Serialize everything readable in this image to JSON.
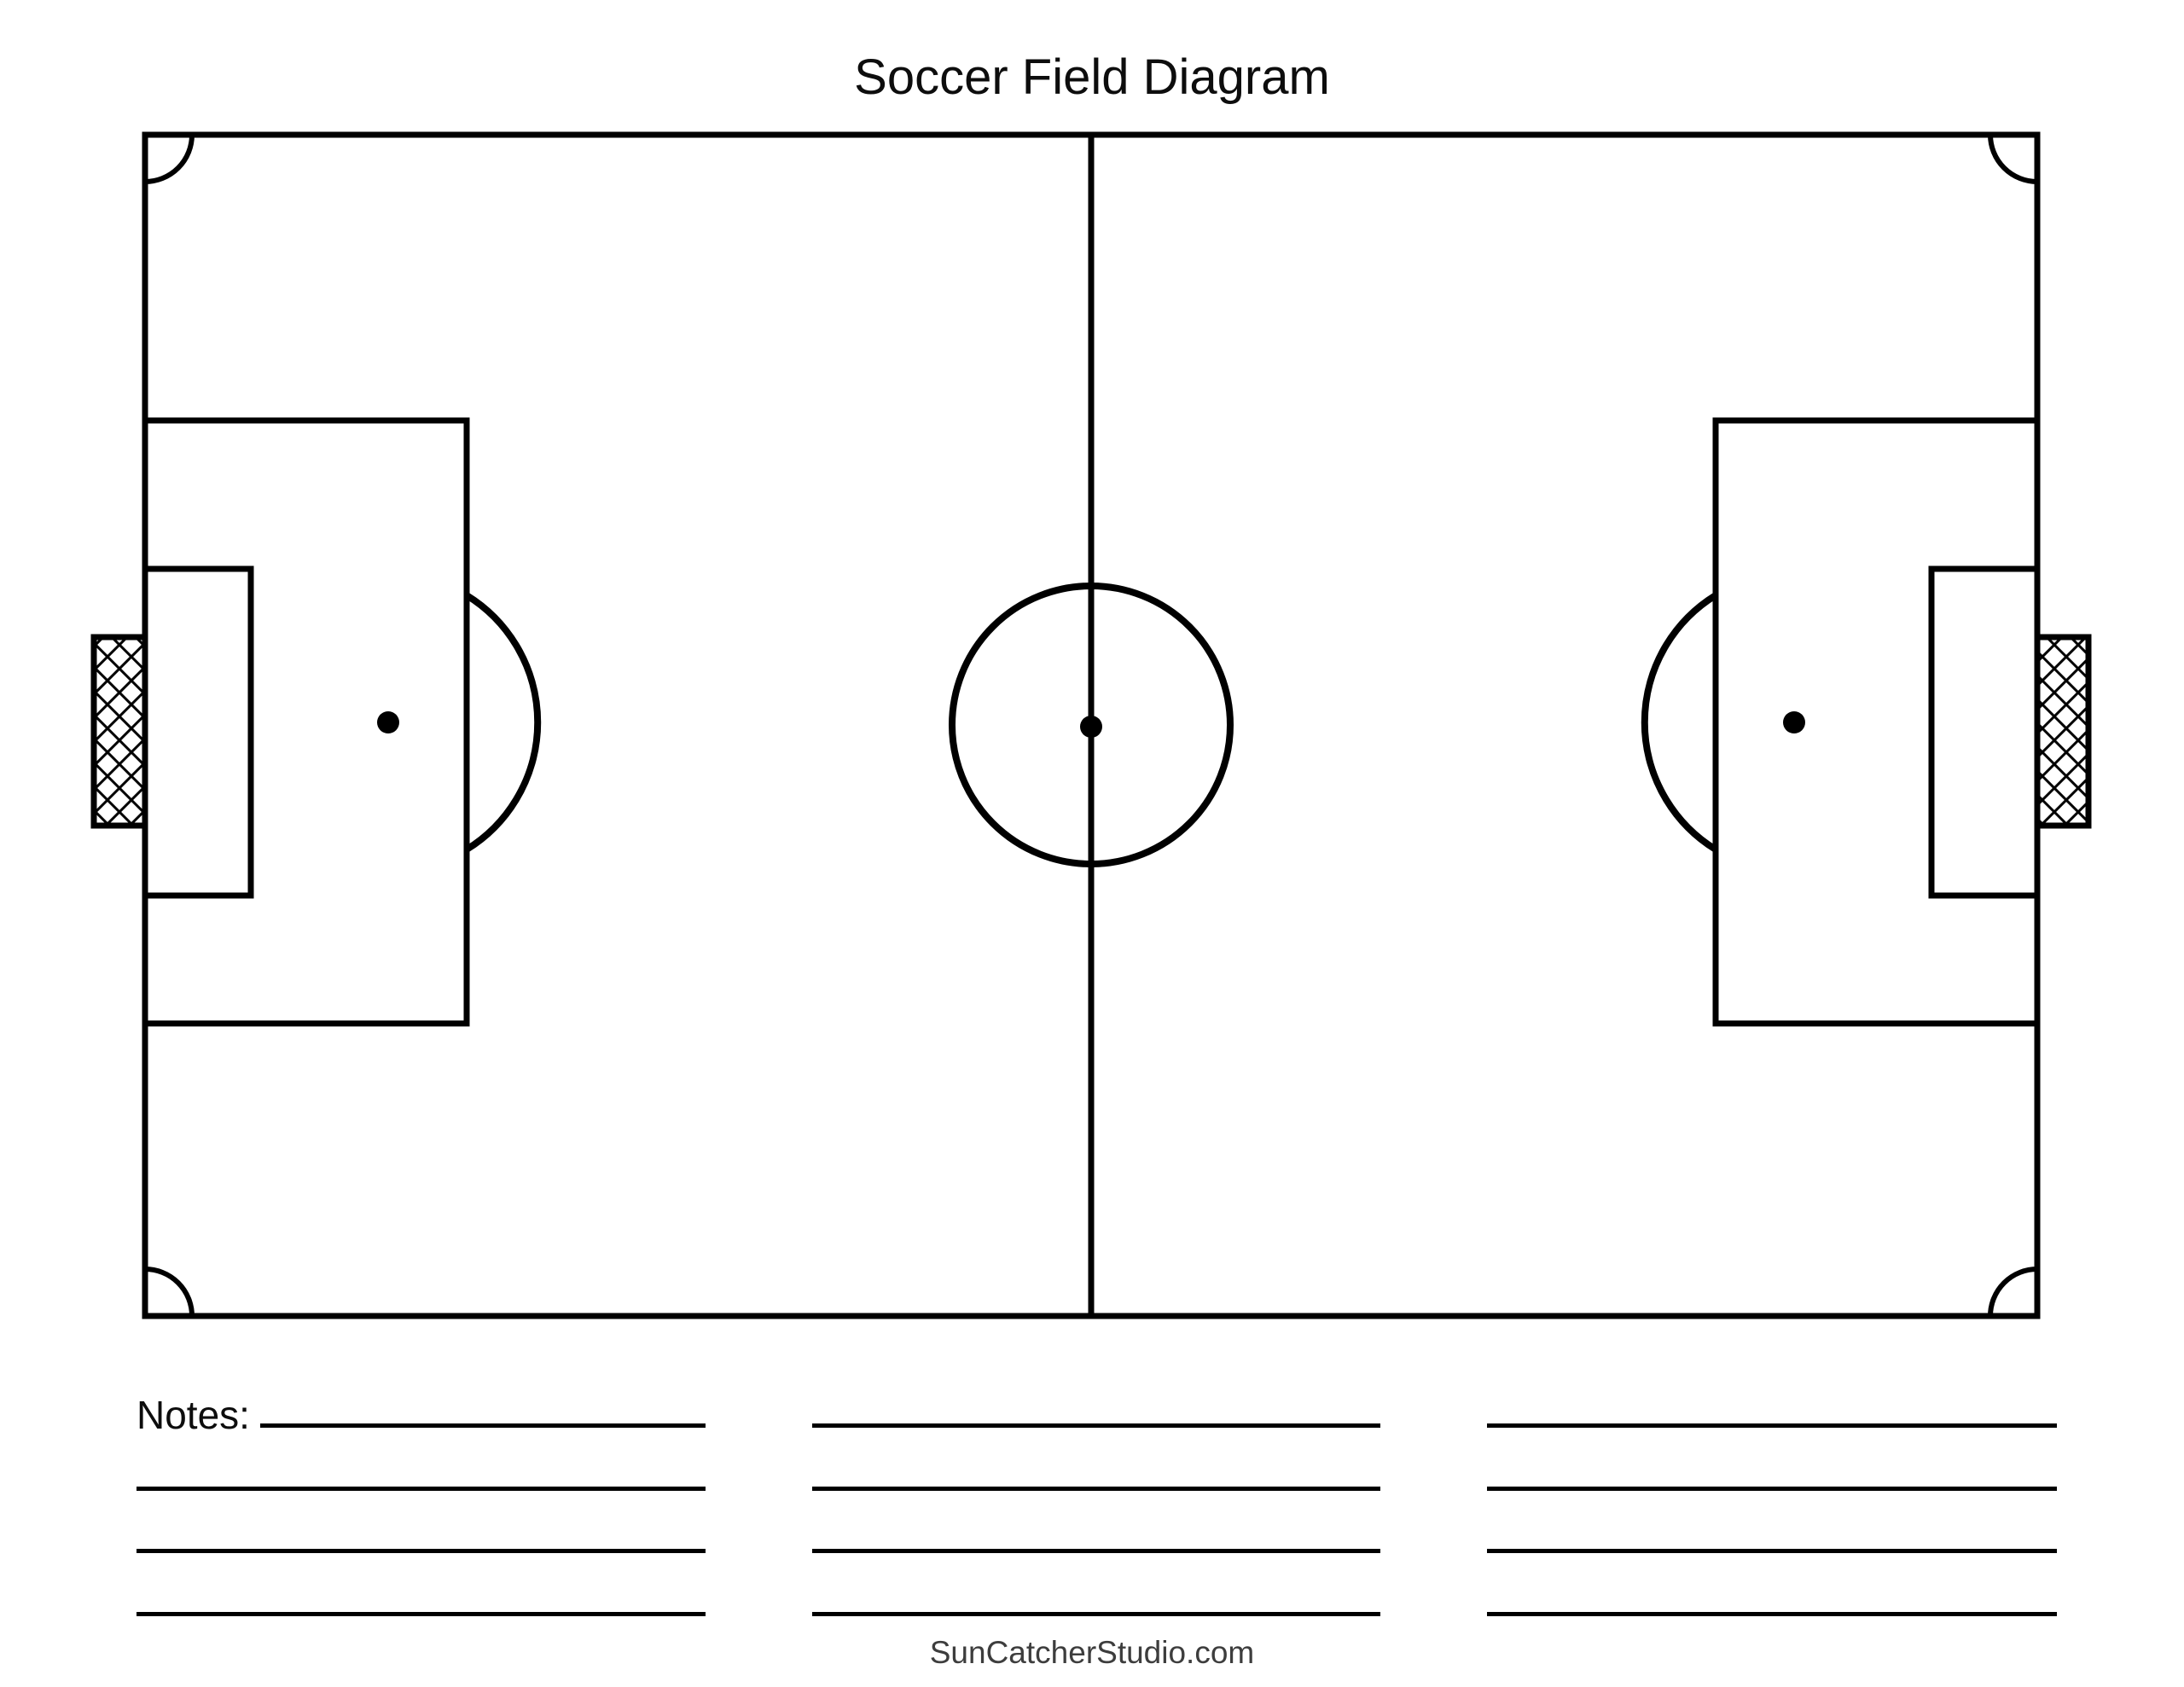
{
  "page": {
    "title": "Soccer Field Diagram"
  },
  "notes": {
    "label": "Notes:",
    "columns": [
      {
        "lines": 4
      },
      {
        "lines": 4
      },
      {
        "lines": 4
      }
    ]
  },
  "footer": {
    "brand": "SunCatcherStudio.com"
  },
  "colors": {
    "line": "#000000",
    "title_text": "#0d0d0d",
    "notes_text": "#0d0d0d",
    "brand_text": "#3d3d3d",
    "page_bg": "#ffffff"
  },
  "field": {
    "elements": [
      "field-boundary",
      "halfway-line",
      "center-circle",
      "center-spot",
      "penalty-area-left",
      "goal-area-left",
      "goal-left",
      "penalty-spot-left",
      "penalty-arc-left",
      "penalty-area-right",
      "goal-area-right",
      "goal-right",
      "penalty-spot-right",
      "penalty-arc-right",
      "corner-arc-top-left",
      "corner-arc-top-right",
      "corner-arc-bottom-left",
      "corner-arc-bottom-right"
    ]
  }
}
